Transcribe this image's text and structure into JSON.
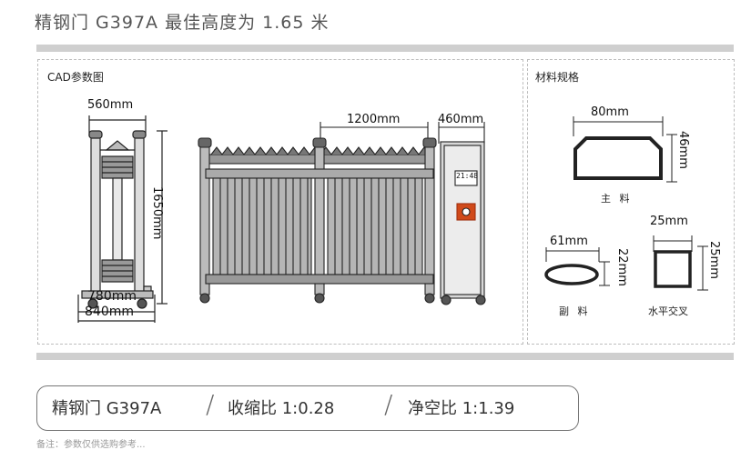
{
  "header": {
    "title": "精钢门 G397A    最佳高度为 1.65 米"
  },
  "cad_panel": {
    "label": "CAD参数图",
    "dims": {
      "side_width": "560mm",
      "side_height": "1650mm",
      "base_inner": "780mm",
      "base_outer": "840mm",
      "section_width": "1200mm",
      "head_width": "460mm"
    },
    "display_text": "21:48"
  },
  "material_panel": {
    "label": "材料规格",
    "main": {
      "width": "80mm",
      "height": "46mm",
      "name": "主 料"
    },
    "secondary": {
      "width": "61mm",
      "height": "22mm",
      "name": "副 料"
    },
    "cross": {
      "width": "25mm",
      "height": "25mm",
      "name": "水平交叉"
    }
  },
  "spec": {
    "model": "精钢门 G397A",
    "ratio": "收缩比 1:0.28",
    "clear": "净空比 1:1.39"
  },
  "footnote": "备注：参数仅供选购参考..."
}
